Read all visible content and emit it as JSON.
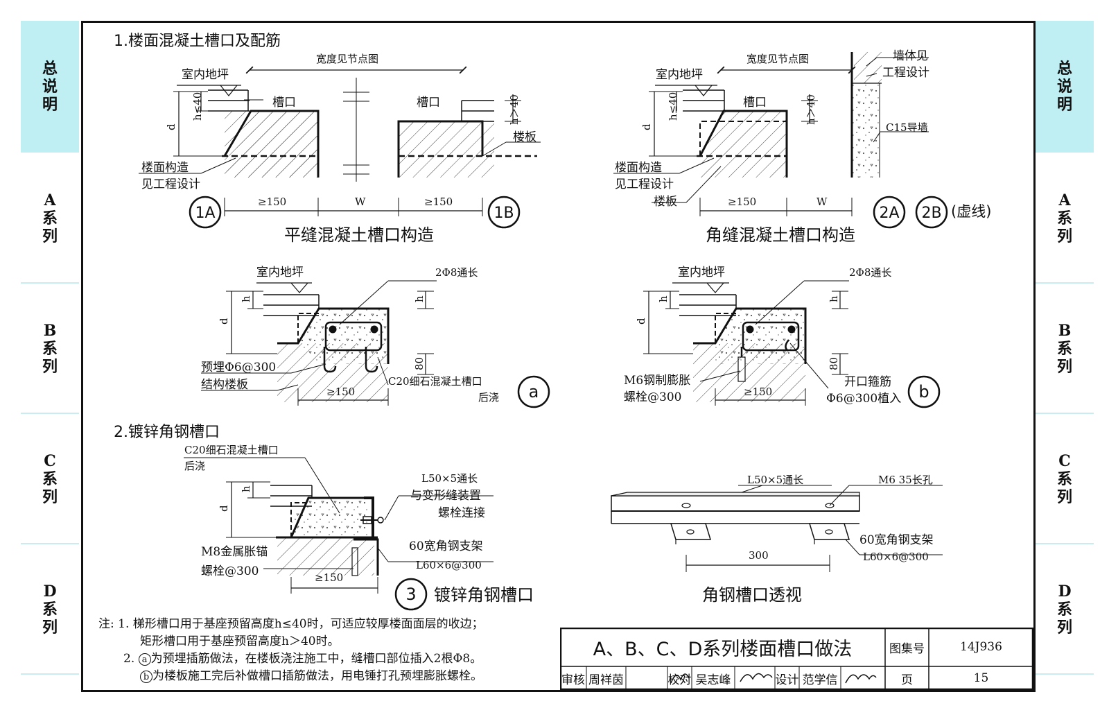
{
  "side_tabs": [
    {
      "label": "总说明",
      "active": true
    },
    {
      "label": "A系列",
      "active": false
    },
    {
      "label": "B系列",
      "active": false
    },
    {
      "label": "C系列",
      "active": false
    },
    {
      "label": "D系列",
      "active": false
    }
  ],
  "section1": {
    "heading": "1.楼面混凝土槽口及配筋"
  },
  "section2": {
    "heading": "2.镀锌角钢槽口"
  },
  "fig_flat": {
    "caption": "平缝混凝土槽口构造",
    "width_note": "宽度见节点图",
    "indoor_floor": "室内地坪",
    "groove": "槽口",
    "groove_b": "槽口",
    "h_le": "h≤40",
    "h_gt": "h＞40",
    "d": "d",
    "slab": "楼板",
    "floor_build_1": "楼面构造",
    "floor_build_2": "见工程设计",
    "ge150_a": "≥150",
    "w": "W",
    "ge150_b": "≥150",
    "mark_1a": "1A",
    "mark_1b": "1B"
  },
  "fig_corner": {
    "caption": "角缝混凝土槽口构造",
    "width_note": "宽度见节点图",
    "wall_1": "墙体见",
    "wall_2": "工程设计",
    "guide_wall": "C15导墙",
    "indoor_floor": "室内地坪",
    "groove": "槽口",
    "h_le": "h≤40",
    "h_gt": "h＞40",
    "d": "d",
    "floor_build_1": "楼面构造",
    "floor_build_2": "见工程设计",
    "slab": "楼板",
    "ge150": "≥150",
    "w": "W",
    "mark_2a": "2A",
    "mark_2b": "2B",
    "dashed_note": "(虚线)"
  },
  "fig_a": {
    "indoor_floor": "室内地坪",
    "rebar": "2Φ8通长",
    "h": "h",
    "h_right": "h",
    "d": "d",
    "eighty": "80",
    "embed": "预埋Φ6@300",
    "struct_slab": "结构楼板",
    "ge150": "≥150",
    "concrete_1": "C20细石混凝土槽口",
    "concrete_2": "后浇",
    "mark": "a"
  },
  "fig_b": {
    "indoor_floor": "室内地坪",
    "rebar": "2Φ8通长",
    "h": "h",
    "h_right": "h",
    "d": "d",
    "eighty": "80",
    "bolt_1": "M6钢制膨胀",
    "bolt_2": "螺栓@300",
    "ge150": "≥150",
    "stirrup_1": "开口箍筋",
    "stirrup_2": "Φ6@300植入",
    "mark": "b"
  },
  "fig_3": {
    "concrete_1": "C20细石混凝土槽口",
    "concrete_2": "后浇",
    "angle_1": "L50×5通长",
    "angle_2": "与变形缝装置",
    "angle_3": "螺栓连接",
    "h": "h",
    "d": "d",
    "anchor_1": "M8金属胀锚",
    "anchor_2": "螺栓@300",
    "bracket_1": "60宽角钢支架",
    "bracket_2": "L60×6@300",
    "ge150": "≥150",
    "mark": "3",
    "caption": "镀锌角钢槽口"
  },
  "fig_persp": {
    "angle": "L50×5通长",
    "hole": "M6  35长孔",
    "bracket_1": "60宽角钢支架",
    "bracket_2": "L60×6@300",
    "dim": "300",
    "caption": "角钢槽口透视"
  },
  "notes": {
    "prefix": "注:",
    "n1_num": "1.",
    "n1_a": "梯形槽口用于基座预留高度h≤40时，可适应较厚楼面面层的收边；",
    "n1_b": "矩形槽口用于基座预留高度h＞40时。",
    "n2_num": "2.",
    "n2_a_mark": "a",
    "n2_a": "为预埋插筋做法，在楼板浇注施工中，缝槽口部位插入2根Φ8。",
    "n2_b_mark": "b",
    "n2_b": "为楼板施工完后补做槽口插筋做法，用电锤打孔预埋膨胀螺栓。"
  },
  "title_block": {
    "title": "A、B、C、D系列楼面槽口做法",
    "atlas_label": "图集号",
    "atlas_no": "14J936",
    "review_label": "审核",
    "review_name": "周祥茵",
    "check_label": "校对",
    "check_name": "吴志峰",
    "design_label": "设计",
    "design_name": "范学信",
    "page_label": "页",
    "page_no": "15"
  }
}
